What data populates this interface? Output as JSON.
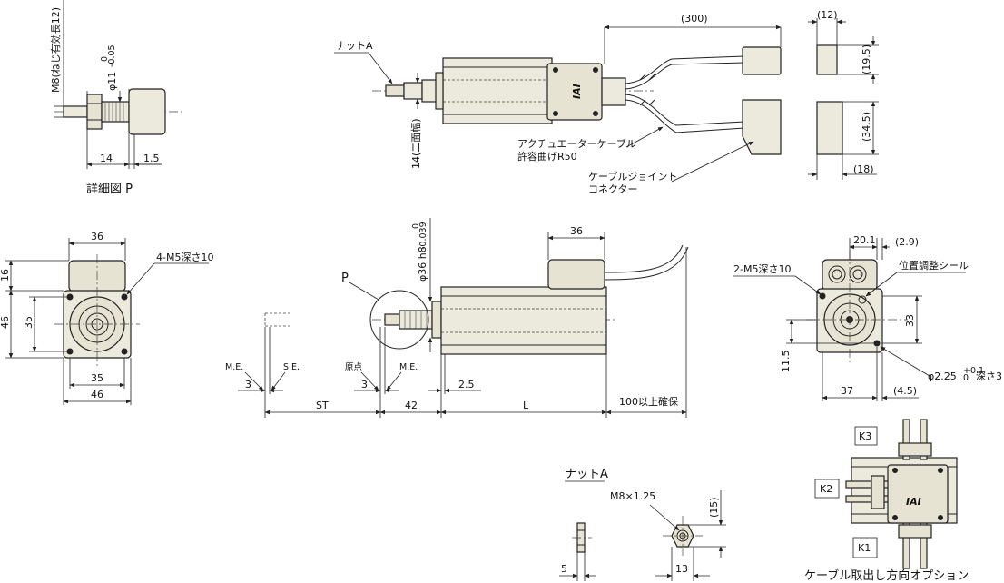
{
  "detail_p": {
    "title": "詳細図 P",
    "thread_label": "M8(ねじ有効長12)",
    "diameter_label": "φ11",
    "tol_top": "0",
    "tol_bottom": "-0.05",
    "dim_14": "14",
    "dim_1_5": "1.5"
  },
  "top_view": {
    "nut_label": "ナットA",
    "dim_300": "(300)",
    "width_flats": "14(二面幅)",
    "cable_note_1": "アクチュエーターケーブル",
    "cable_note_2": "許容曲げR50",
    "joint_note_1": "ケーブルジョイント",
    "joint_note_2": "コネクター",
    "connector_12": "(12)",
    "connector_19_5": "(19.5)",
    "connector_34_5": "(34.5)",
    "connector_18": "(18)",
    "logo": "IAI"
  },
  "front_view": {
    "dim_36": "36",
    "dim_16": "16",
    "dim_46_v": "46",
    "dim_35_v": "35",
    "dim_35_h": "35",
    "dim_46_h": "46",
    "tap_label": "4-M5深さ10"
  },
  "side_view": {
    "p_label": "P",
    "dia_label": "φ36 h8",
    "dia_tol_top": "0",
    "dia_tol_bottom": "-0.039",
    "dim_36": "36",
    "me_left": "M.E.",
    "se": "S.E.",
    "origin": "原点",
    "me_right": "M.E.",
    "dim_3a": "3",
    "dim_3b": "3",
    "st": "ST",
    "dim_42": "42",
    "dim_2_5": "2.5",
    "l": "L",
    "clearance": "100以上確保"
  },
  "rear_view": {
    "dim_20_1": "20.1",
    "dim_2_9": "(2.9)",
    "tap_label": "2-M5深さ10",
    "seal_label": "位置調整シール",
    "dim_33": "33",
    "dim_11_5": "11.5",
    "dim_37": "37",
    "dim_4_5": "(4.5)",
    "pin_label": "φ2.25",
    "pin_tol_top": "+0.1",
    "pin_tol_bottom": "0",
    "pin_depth": "深さ3"
  },
  "nut_a": {
    "title": "ナットA",
    "thread": "M8×1.25",
    "dim_15": "(15)",
    "dim_5": "5",
    "dim_13": "13"
  },
  "cable_option": {
    "k1": "K1",
    "k2": "K2",
    "k3": "K3",
    "caption": "ケーブル取出し方向オプション",
    "logo": "IAI"
  }
}
